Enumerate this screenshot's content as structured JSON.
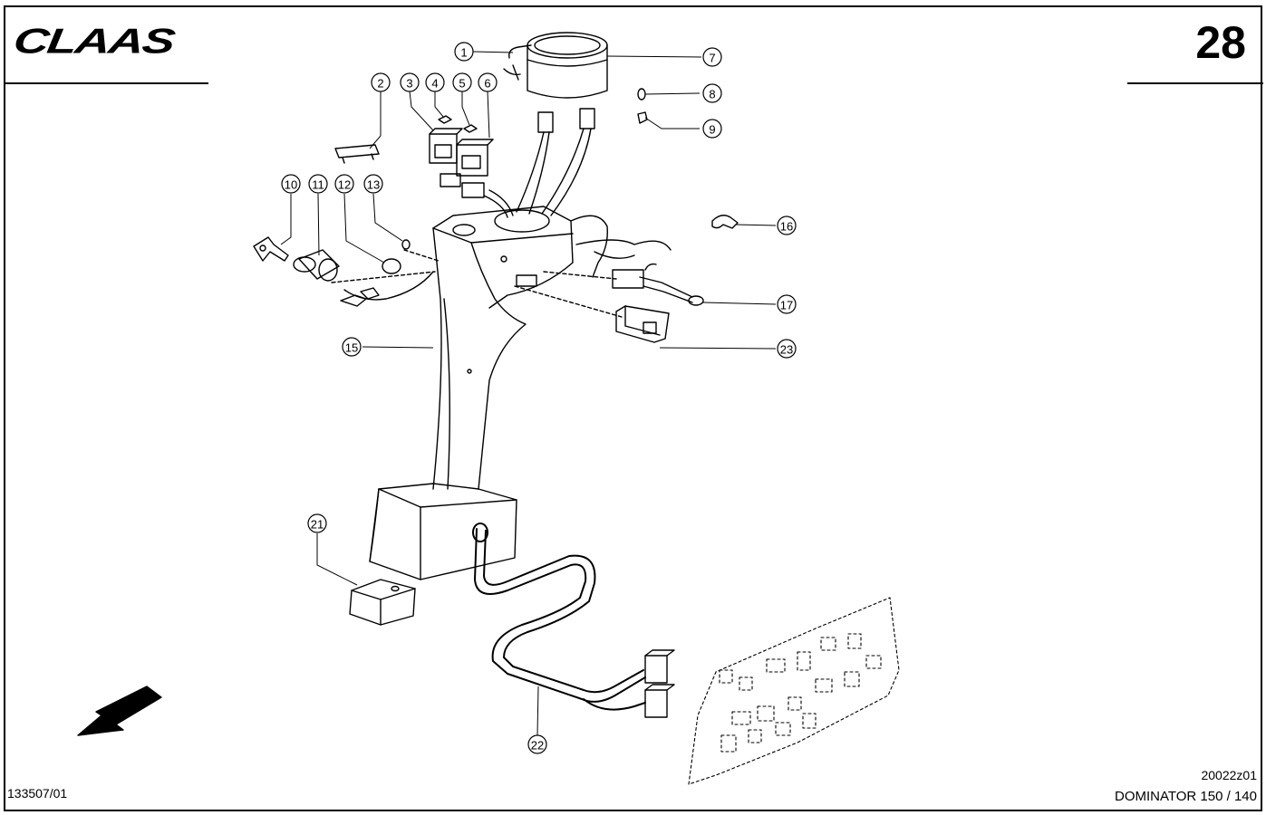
{
  "header": {
    "brand": "CLAAS",
    "page_number": "28"
  },
  "footer": {
    "document_number": "133507/01",
    "drawing_number": "20022z01",
    "model": "DOMINATOR 150 / 140"
  },
  "callouts": [
    "1",
    "2",
    "3",
    "4",
    "5",
    "6",
    "7",
    "8",
    "9",
    "10",
    "11",
    "12",
    "13",
    "15",
    "16",
    "17",
    "21",
    "22",
    "23"
  ],
  "icons": {
    "direction_arrow": "front-direction-arrow-icon"
  }
}
